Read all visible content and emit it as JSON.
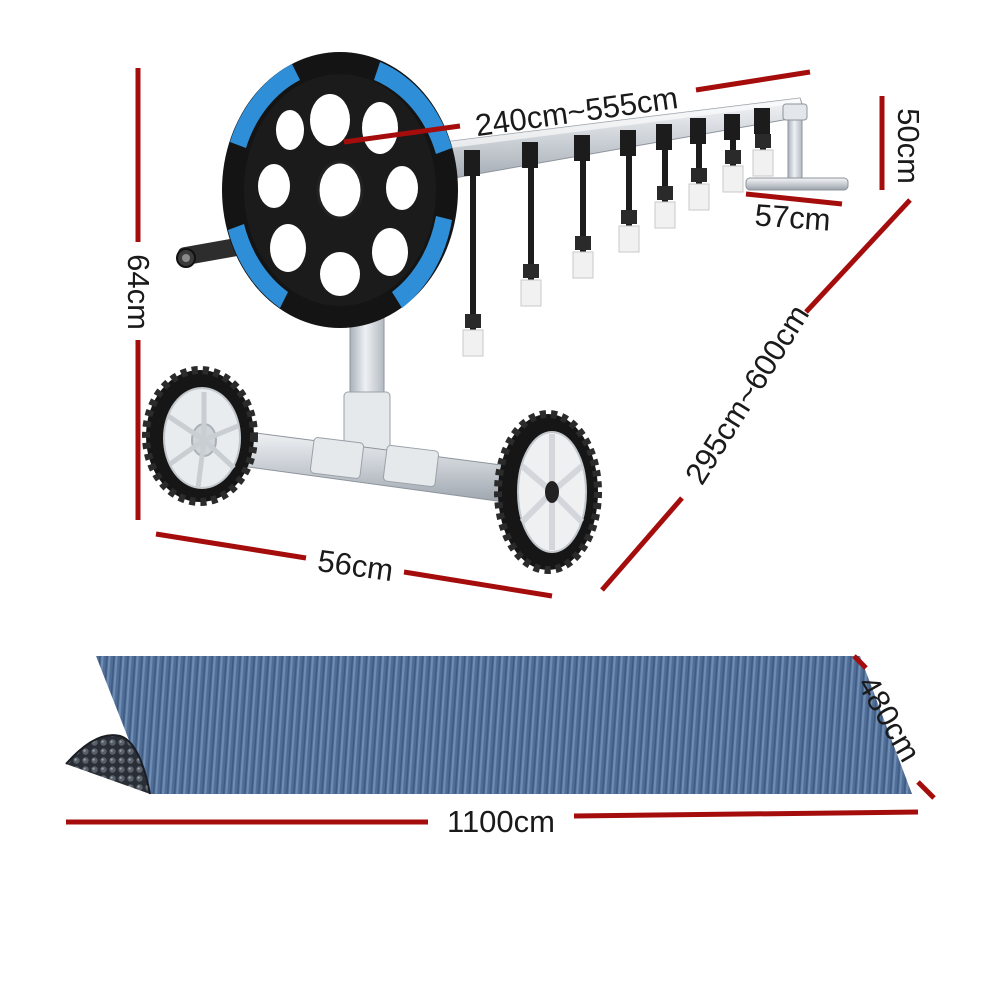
{
  "colors": {
    "dimension_line": "#a50d0d",
    "frame_aluminium": "#d4d8dc",
    "wheel_black": "#161616",
    "wheel_accent_blue": "#2e8fd8",
    "strap": "#1c1c1c",
    "cover_blue": "#4f6d96",
    "cover_underside": "#2a2e36"
  },
  "dimensions": {
    "reel_height": "64cm",
    "base_width": "56cm",
    "tube_length": "240cm~555cm",
    "diagonal_length": "295cm~600cm",
    "end_stand_height": "50cm",
    "end_stand_width": "57cm",
    "cover_length": "1100cm",
    "cover_width": "480cm"
  },
  "icons": {
    "wheel": "reel-handwheel-icon",
    "strap": "strap-buckle-icon",
    "cover": "bubble-cover-icon"
  }
}
